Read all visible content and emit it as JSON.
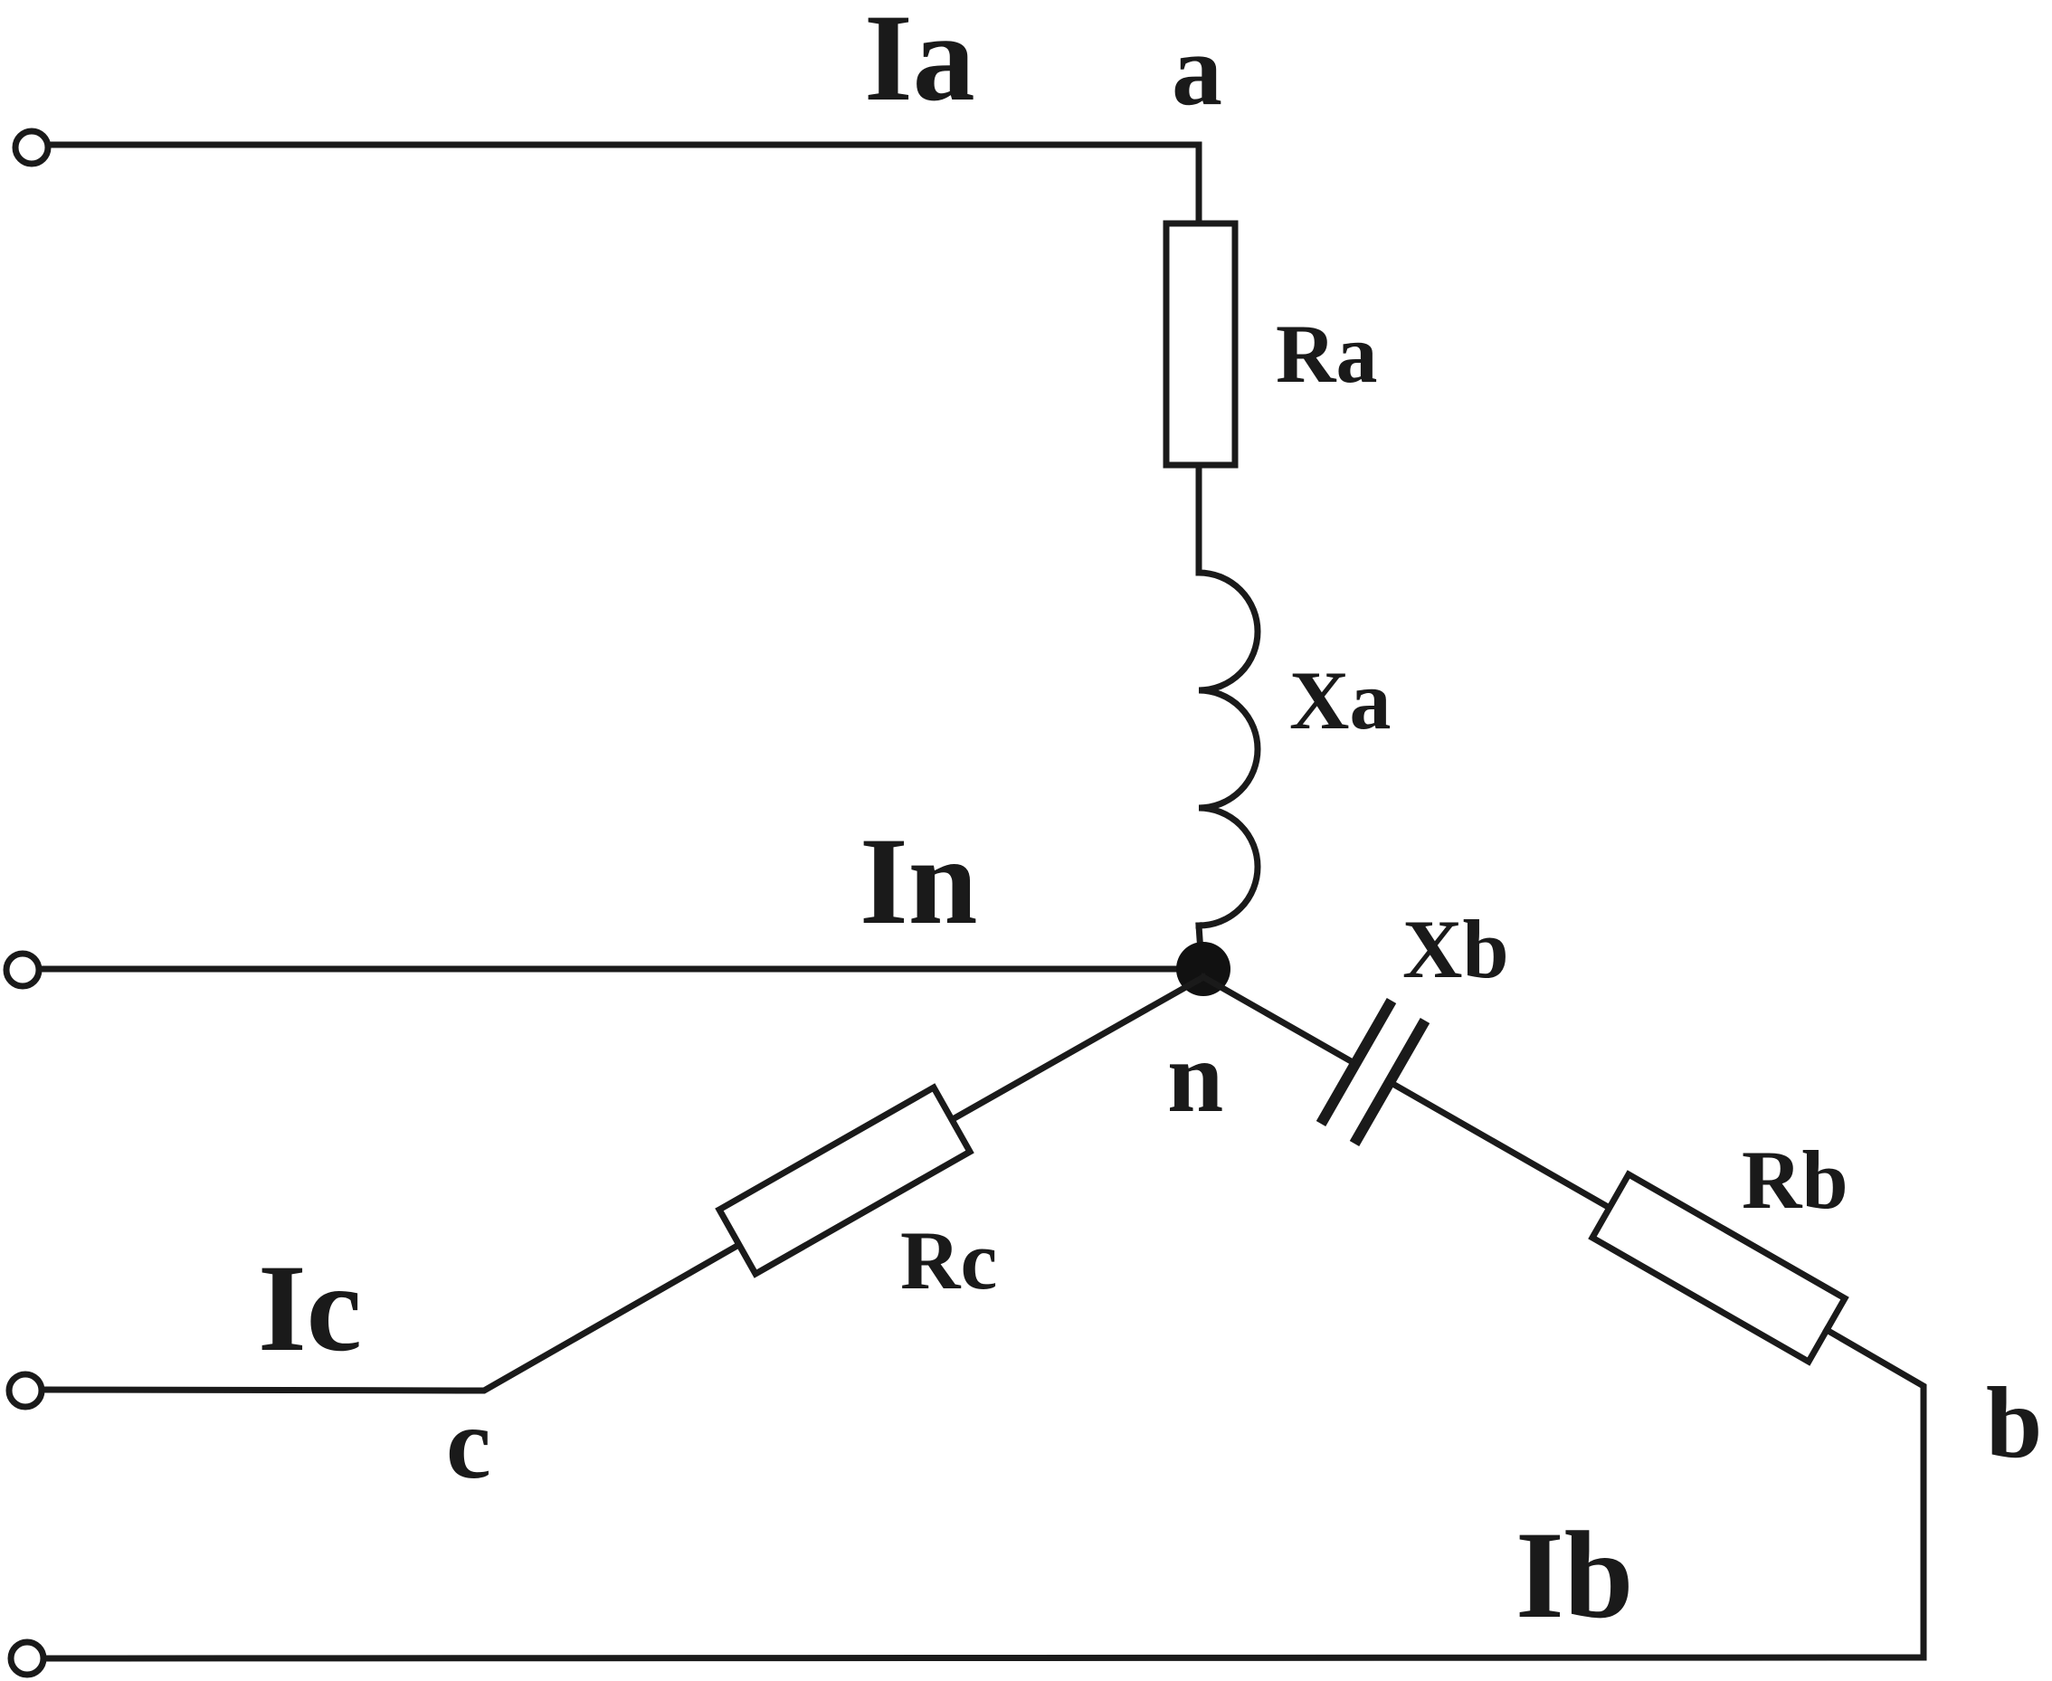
{
  "labels": {
    "current_a": "Ia",
    "current_n": "In",
    "current_c": "Ic",
    "current_b": "Ib",
    "node_a": "a",
    "node_n": "n",
    "node_c": "c",
    "node_b": "b",
    "resistor_a": "Ra",
    "inductor_a": "Xa",
    "capacitor_b": "Xb",
    "resistor_b": "Rb",
    "resistor_c": "Rc"
  }
}
